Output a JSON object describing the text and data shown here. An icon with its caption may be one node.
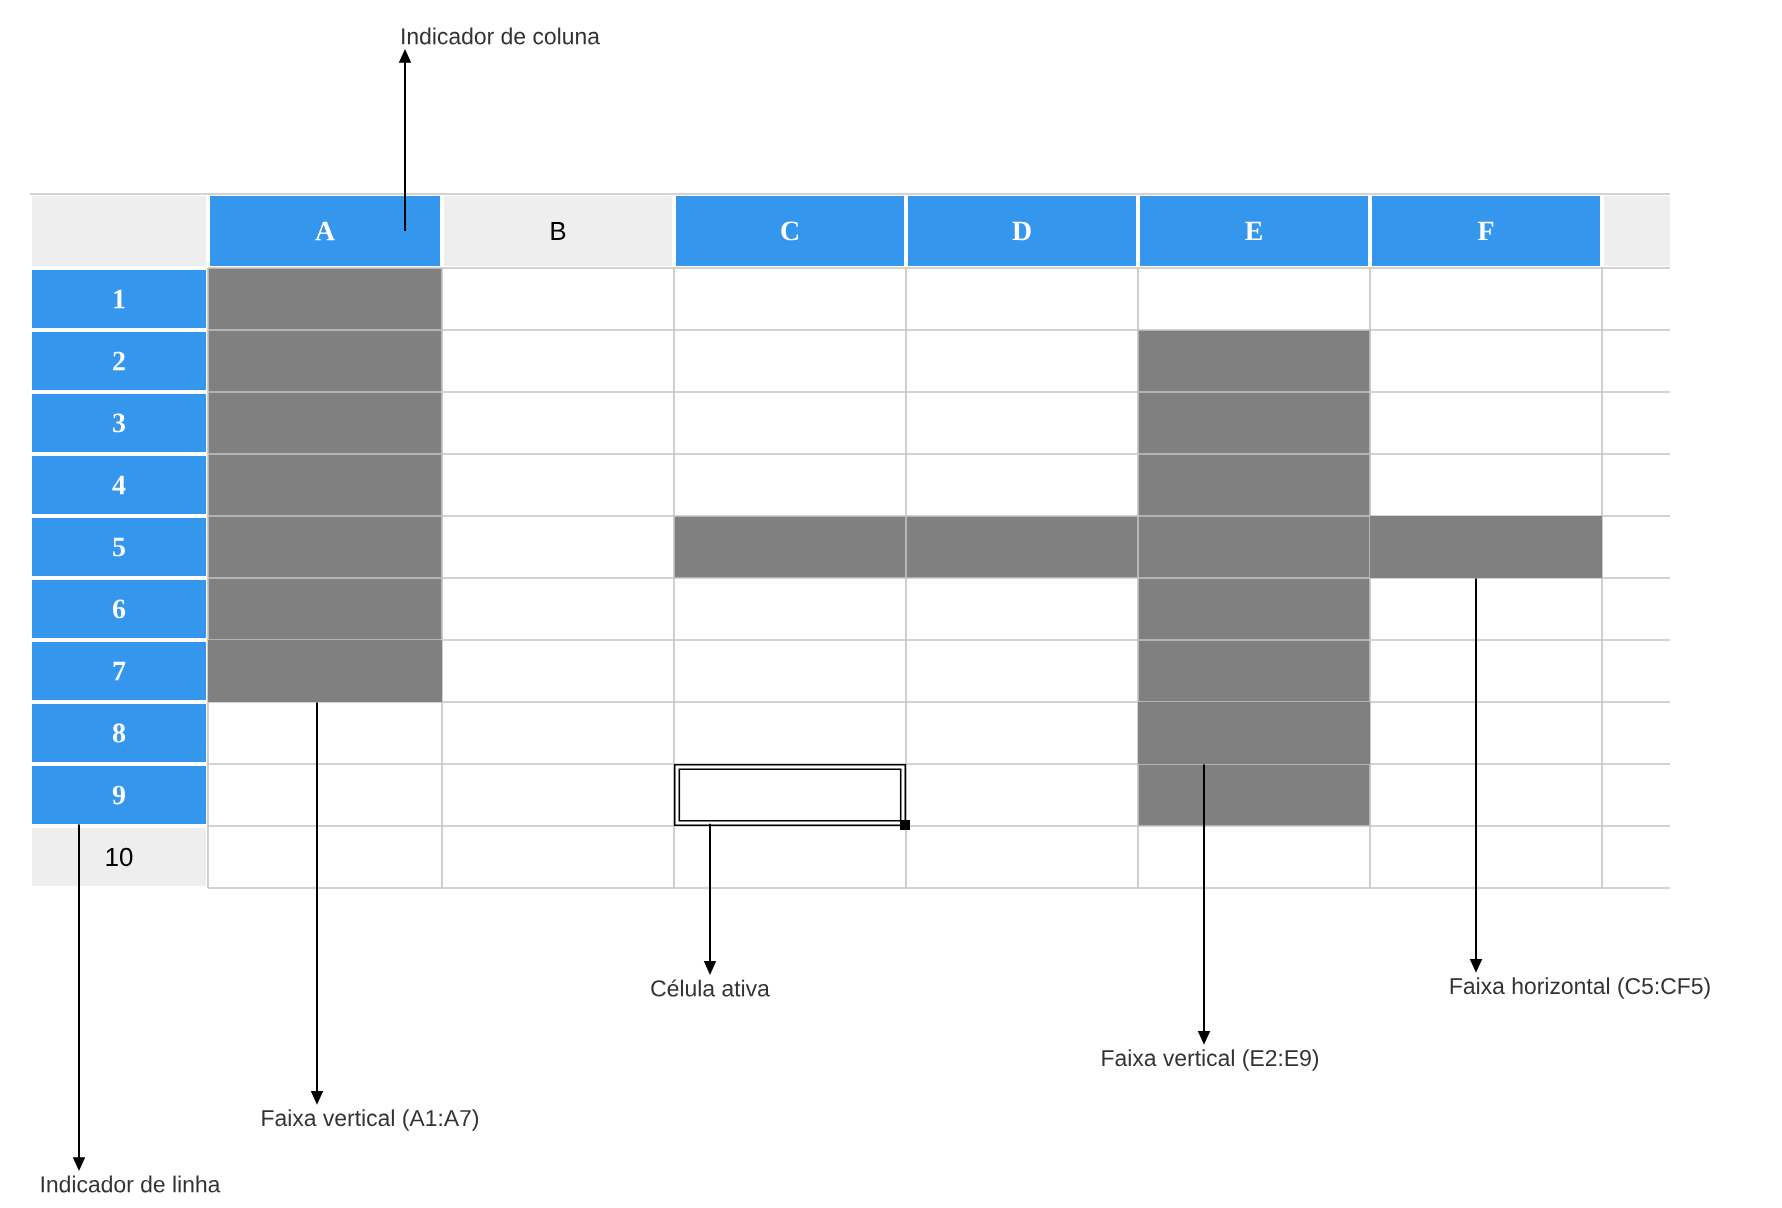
{
  "diagram": {
    "nodes": [
      {
        "text": [
          "Indicador de coluna"
        ]
      },
      {
        "text": [
          "A"
        ]
      },
      {
        "text": [
          "9"
        ]
      },
      {
        "text": [],
        "shape": "box"
      },
      {
        "text": [],
        "shape": "box"
      },
      {
        "text": [],
        "shape": "box"
      },
      {
        "text": [],
        "shape": "box"
      },
      {
        "text": [
          "Célula ativa"
        ]
      },
      {
        "text": [
          "Faixa horizontal (C5:CF5)"
        ]
      },
      {
        "text": [
          "Faixa vertical (E2:E9)"
        ]
      },
      {
        "text": [
          "Faixa vertical (A1:A7)"
        ]
      },
      {
        "text": [
          "Indicador de linha"
        ]
      },
      {
        "text": [
          "B"
        ]
      },
      {
        "text": [
          "C"
        ]
      },
      {
        "text": [
          "D"
        ]
      },
      {
        "text": [
          "E"
        ]
      },
      {
        "text": [
          "F"
        ]
      },
      {
        "text": [
          "1"
        ]
      },
      {
        "text": [
          "2"
        ]
      },
      {
        "text": [
          "3"
        ]
      },
      {
        "text": [
          "4"
        ]
      },
      {
        "text": [
          "5"
        ]
      },
      {
        "text": [
          "6"
        ]
      },
      {
        "text": [
          "7"
        ]
      },
      {
        "text": [
          "8"
        ]
      },
      {
        "text": [
          "10"
        ]
      }
    ],
    "edges": [
      {
        "from": 1,
        "to": 0,
        "arrow": "to"
      },
      {
        "from": 3,
        "to": 7,
        "arrow": "to"
      },
      {
        "from": 6,
        "to": 8,
        "arrow": "to"
      },
      {
        "from": 5,
        "to": 9,
        "arrow": "to"
      },
      {
        "from": 4,
        "to": 10,
        "arrow": "to"
      },
      {
        "from": 2,
        "to": 11,
        "arrow": "to"
      }
    ]
  }
}
